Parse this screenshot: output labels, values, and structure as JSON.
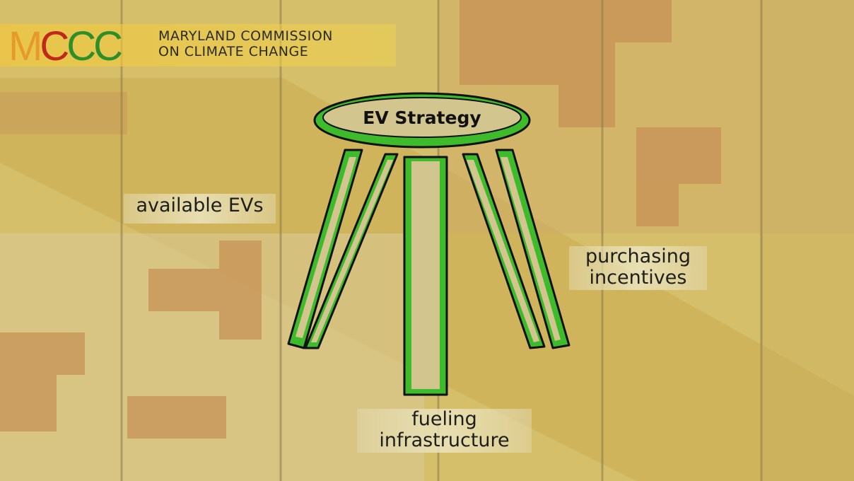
{
  "logo": {
    "acronym": "MCCC",
    "line1": "MARYLAND COMMISSION",
    "line2": "ON CLIMATE CHANGE"
  },
  "stool": {
    "seat_label": "EV Strategy",
    "legs": [
      {
        "label": "available EVs"
      },
      {
        "label_line1": "purchasing",
        "label_line2": "incentives"
      },
      {
        "label_line1": "fueling",
        "label_line2": "infrastructure"
      }
    ]
  },
  "colors": {
    "stool_green": "#3dbb2a",
    "background": "#d6bf6a",
    "flag_orange": "#c79257"
  }
}
